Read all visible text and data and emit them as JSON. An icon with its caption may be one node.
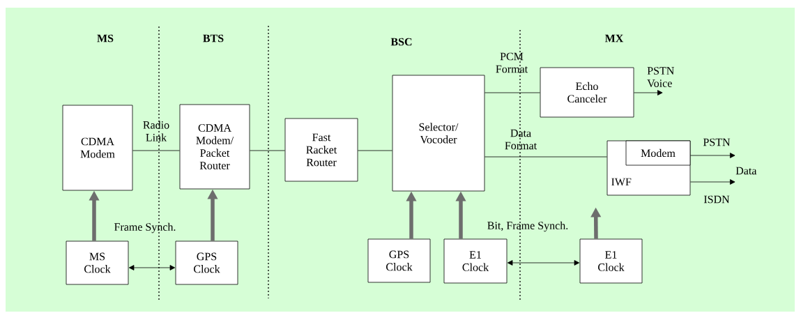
{
  "diagram": {
    "nodes": [
      {
        "text": [
          "CDMA Modem"
        ]
      },
      {
        "text": [
          "CDMA Modem/ Packet Router"
        ]
      },
      {
        "text": [
          "Fast Racket Router"
        ]
      },
      {
        "text": [
          "Selector/ Vocoder"
        ]
      },
      {
        "text": [
          "Echo Canceler"
        ]
      },
      {
        "text": [
          "IWF"
        ]
      },
      {
        "text": [
          "Modem"
        ],
        "in": 5
      },
      {
        "text": [
          "MS Clock"
        ]
      },
      {
        "text": [
          "GPS Clock"
        ]
      },
      {
        "text": [
          "GPS Clock"
        ]
      },
      {
        "text": [
          "E1 Clock"
        ]
      },
      {
        "text": [
          "E1 Clock"
        ]
      },
      {
        "text": [
          "Data"
        ]
      }
    ],
    "edges": [
      {
        "from": 0,
        "to": 1,
        "arrow": "none",
        "label": "Radio Link"
      },
      {
        "from": 1,
        "to": 2,
        "arrow": "none"
      },
      {
        "from": 2,
        "to": 3,
        "arrow": "none"
      },
      {
        "from": 3,
        "to": 4,
        "arrow": "none",
        "label": "PCM Format"
      },
      {
        "from": 4,
        "to": null,
        "arrow": "to",
        "label": "PSTN Voice"
      },
      {
        "from": 3,
        "to": 5,
        "arrow": "none",
        "label": "Data Format"
      },
      {
        "from": 6,
        "to": 12,
        "arrow": "to",
        "label": "PSTN"
      },
      {
        "from": 5,
        "to": 12,
        "arrow": "to",
        "label": "ISDN"
      },
      {
        "from": 7,
        "to": 0,
        "arrow": "to",
        "style": "thick",
        "color": "#6d6d6d"
      },
      {
        "from": 8,
        "to": 1,
        "arrow": "to",
        "style": "thick",
        "color": "#6d6d6d"
      },
      {
        "from": 9,
        "to": 3,
        "arrow": "to",
        "style": "thick",
        "color": "#6d6d6d"
      },
      {
        "from": 10,
        "to": 3,
        "arrow": "to",
        "style": "thick",
        "color": "#6d6d6d"
      },
      {
        "from": 11,
        "to": 5,
        "arrow": "to",
        "style": "thick",
        "color": "#6d6d6d"
      },
      {
        "from": 7,
        "to": 8,
        "arrow": "both"
      },
      {
        "from": 10,
        "to": 11,
        "arrow": "both"
      }
    ],
    "labels": [
      "MS",
      "BTS",
      "BSC",
      "MX",
      "Frame Synch.",
      "Bit, Frame Synch."
    ]
  }
}
